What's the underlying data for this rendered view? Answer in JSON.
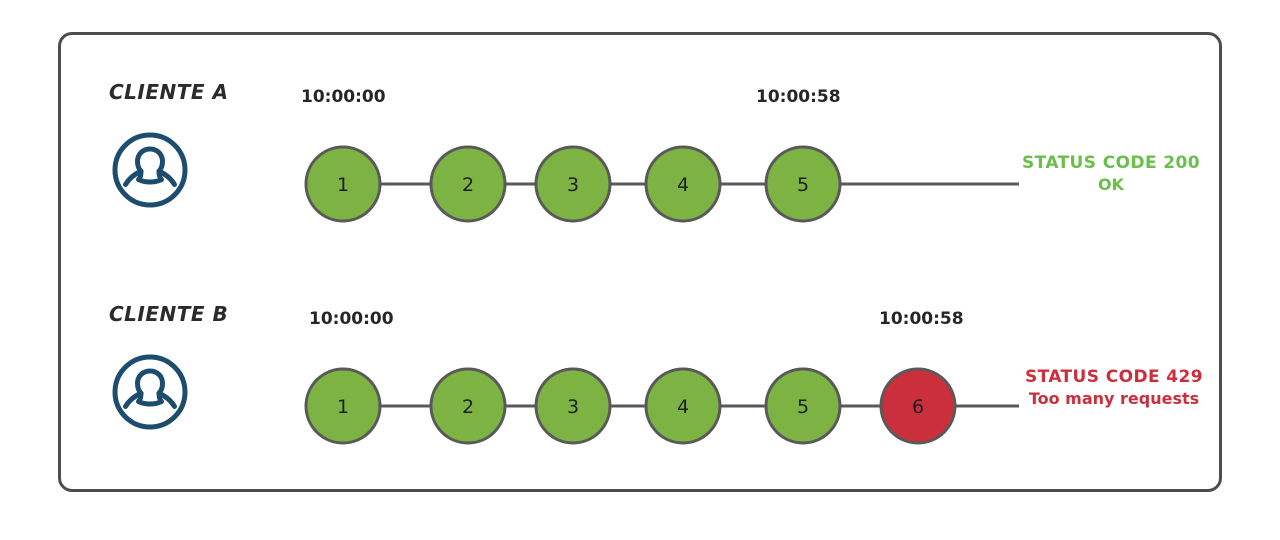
{
  "diagram": {
    "title_hidden": "",
    "colors": {
      "frame_border": "#4d4d4d",
      "node_ok_fill": "#7cb342",
      "node_err_fill": "#cc2f3c",
      "node_stroke": "#595959",
      "connector": "#595959",
      "avatar": "#1d4d6e",
      "status_ok_text": "#6abf4b",
      "status_err_text": "#cc2f3c",
      "timestamp_text": "#262626",
      "client_label_text": "#2b2b2b"
    },
    "rows": [
      {
        "client_label": "CLIENTE A",
        "avatar_icon": "user-avatar-icon",
        "timestamp_start": "10:00:00",
        "timestamp_end": "10:00:58",
        "nodes": [
          {
            "label": "1",
            "state": "ok"
          },
          {
            "label": "2",
            "state": "ok"
          },
          {
            "label": "3",
            "state": "ok"
          },
          {
            "label": "4",
            "state": "ok"
          },
          {
            "label": "5",
            "state": "ok"
          }
        ],
        "status": {
          "line1": "STATUS CODE 200",
          "line2": "OK",
          "state": "ok"
        }
      },
      {
        "client_label": "CLIENTE B",
        "avatar_icon": "user-avatar-icon",
        "timestamp_start": "10:00:00",
        "timestamp_end": "10:00:58",
        "nodes": [
          {
            "label": "1",
            "state": "ok"
          },
          {
            "label": "2",
            "state": "ok"
          },
          {
            "label": "3",
            "state": "ok"
          },
          {
            "label": "4",
            "state": "ok"
          },
          {
            "label": "5",
            "state": "ok"
          },
          {
            "label": "6",
            "state": "error"
          }
        ],
        "status": {
          "line1": "STATUS CODE 429",
          "line2": "Too many requests",
          "state": "error"
        }
      }
    ]
  }
}
